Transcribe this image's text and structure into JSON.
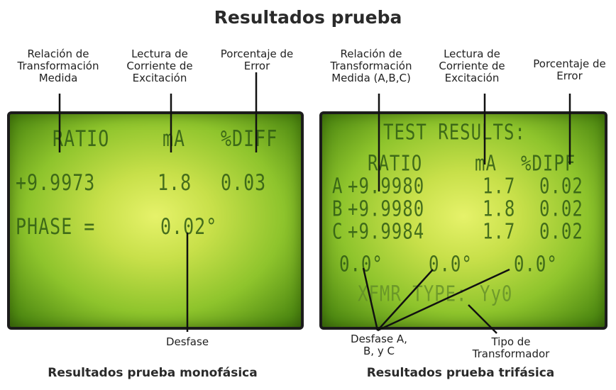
{
  "title": "Resultados prueba",
  "single": {
    "caption": "Resultados prueba monofásica",
    "labels": {
      "ratio": "Relación de\nTransformación\nMedida",
      "current": "Lectura de\nCorriente de\nExcitación",
      "error": "Porcentaje de\nError",
      "phase": "Desfase"
    },
    "screen": {
      "headers": [
        "RATIO",
        "mA",
        "%DIFF"
      ],
      "ratio": "+9.9973",
      "ma": "1.8",
      "diff": "0.03",
      "phase_label": "PHASE =",
      "phase_value": "0.02°"
    }
  },
  "three": {
    "caption": "Resultados prueba trifásica",
    "labels": {
      "ratio": "Relación de\nTransformación\nMedida (A,B,C)",
      "current": "Lectura de\nCorriente de\nExcitación",
      "error": "Porcentaje de\nError",
      "phase": "Desfase A,\nB, y C",
      "type": "Tipo de\nTransformador"
    },
    "screen": {
      "title": "TEST RESULTS:",
      "headers": [
        "RATIO",
        "mA",
        "%DIPF"
      ],
      "rows": [
        {
          "phase": "A",
          "ratio": "+9.9980",
          "ma": "1.7",
          "diff": "0.02"
        },
        {
          "phase": "B",
          "ratio": "+9.9980",
          "ma": "1.8",
          "diff": "0.02"
        },
        {
          "phase": "C",
          "ratio": "+9.9984",
          "ma": "1.7",
          "diff": "0.02"
        }
      ],
      "phases": [
        "0.0°",
        "0.0°",
        "0.0°"
      ],
      "xfmr_label": "XFMR TYPE:",
      "xfmr_value": "Yy0"
    }
  },
  "colors": {
    "lcd_center": "#e6f26a",
    "lcd_edge": "#3e7010",
    "lcd_text": "#2e5a14",
    "border": "#1c1c1c"
  }
}
